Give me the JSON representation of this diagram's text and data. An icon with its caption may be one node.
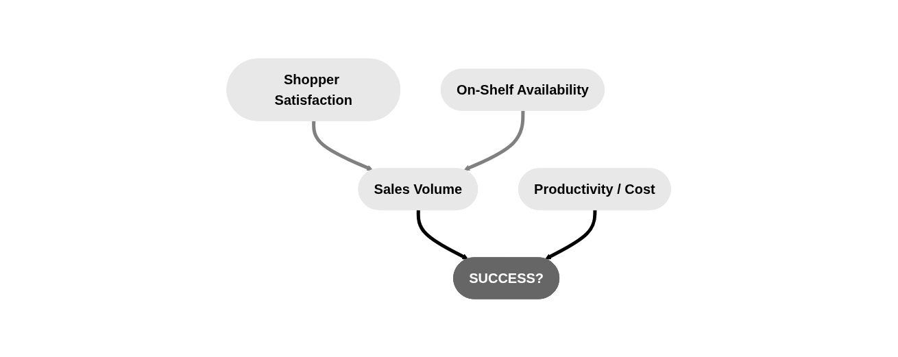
{
  "diagram": {
    "nodes": [
      {
        "text": [
          "Shopper Satisfaction"
        ]
      },
      {
        "text": [
          "Sales Volume"
        ]
      },
      {
        "text": [
          "On-Shelf Availability"
        ]
      },
      {
        "text": [
          "SUCCESS?"
        ]
      },
      {
        "text": [
          "Productivity / Cost"
        ]
      }
    ],
    "edges": [
      {
        "from": 0,
        "to": 1,
        "arrow": "to",
        "color": "#808080"
      },
      {
        "from": 2,
        "to": 1,
        "arrow": "to",
        "color": "#808080"
      },
      {
        "from": 1,
        "to": 3,
        "arrow": "to",
        "color": "#000000"
      },
      {
        "from": 4,
        "to": 3,
        "arrow": "to",
        "color": "#000000"
      }
    ]
  }
}
